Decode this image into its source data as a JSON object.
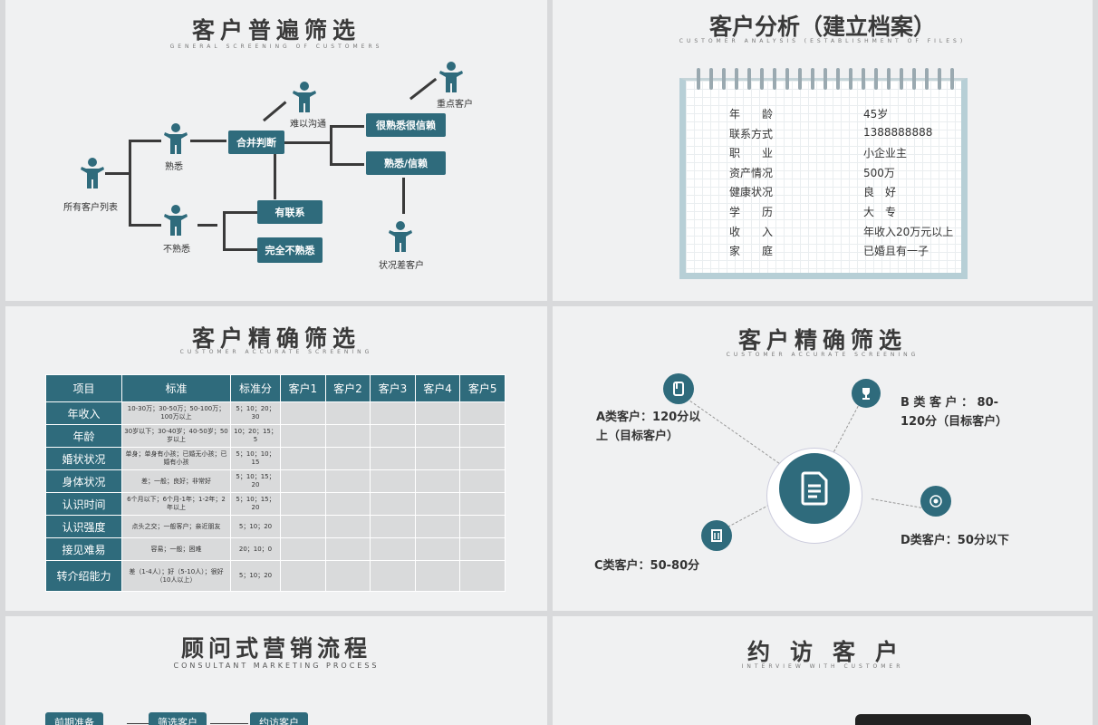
{
  "s1": {
    "title": "客户普遍筛选",
    "subtitle": "GENERAL SCREENING OF CUSTOMERS",
    "people": {
      "all": "所有客户列表",
      "familiar": "熟悉",
      "unfamiliar": "不熟悉",
      "hard": "难以沟通",
      "key": "重点客户",
      "bad": "状况差客户"
    },
    "boxes": {
      "merge": "合并判断",
      "trust": "很熟悉很信赖",
      "familiar_trust": "熟悉/信赖",
      "contact": "有联系",
      "none": "完全不熟悉"
    }
  },
  "s2": {
    "title": "客户分析（建立档案）",
    "subtitle": "CUSTOMER  ANALYSIS  (ESTABLISHMENT OF FILES)",
    "rows": [
      {
        "k": "年　　龄",
        "v": "45岁"
      },
      {
        "k": "联系方式",
        "v": "1388888888"
      },
      {
        "k": "职　　业",
        "v": "小企业主"
      },
      {
        "k": "资产情况",
        "v": "500万"
      },
      {
        "k": "健康状况",
        "v": "良　好"
      },
      {
        "k": "学　　历",
        "v": "大　专"
      },
      {
        "k": "收　　入",
        "v": "年收入20万元以上"
      },
      {
        "k": "家　　庭",
        "v": "已婚且有一子"
      }
    ]
  },
  "s3": {
    "title": "客户精确筛选",
    "subtitle": "CUSTOMER ACCURATE SCREENING",
    "headers": [
      "项目",
      "标准",
      "标准分",
      "客户1",
      "客户2",
      "客户3",
      "客户4",
      "客户5"
    ],
    "rows": [
      {
        "item": "年收入",
        "std": "10-30万；30-50万；50-100万；100万以上",
        "score": "5；10；20；30"
      },
      {
        "item": "年龄",
        "std": "30岁以下；30-40岁；40-50岁；50岁以上",
        "score": "10；20；15；5"
      },
      {
        "item": "婚状状况",
        "std": "单身；单身有小孩；已婚无小孩；已婚有小孩",
        "score": "5；10；10；15"
      },
      {
        "item": "身体状况",
        "std": "差；一般；良好；非常好",
        "score": "5；10；15；20"
      },
      {
        "item": "认识时间",
        "std": "6个月以下；6个月-1年；1-2年；2年以上",
        "score": "5；10；15；20"
      },
      {
        "item": "认识强度",
        "std": "点头之交；一般客户；亲近朋友",
        "score": "5；10；20"
      },
      {
        "item": "接见难易",
        "std": "容易；一般；困难",
        "score": "20；10；0"
      },
      {
        "item": "转介绍能力",
        "std": "差（1-4人）；好（5-10人）；很好（10人以上）",
        "score": "5；10；20"
      }
    ]
  },
  "s4": {
    "title": "客户精确筛选",
    "subtitle": "CUSTOMER ACCURATE SCREENING",
    "a": "A类客户：120分以上（目标客户）",
    "b": "B 类 客 户 ： 80-120分（目标客户）",
    "c": "C类客户：50-80分",
    "d": "D类客户：50分以下"
  },
  "s5": {
    "title": "顾问式营销流程",
    "subtitle": "CONSULTANT MARKETING PROCESS",
    "steps": [
      "前期准备",
      "筛选客户",
      "约访客户"
    ]
  },
  "s6": {
    "title": "约访客户",
    "subtitle": "INTERVIEW WITH CUSTOMER"
  }
}
